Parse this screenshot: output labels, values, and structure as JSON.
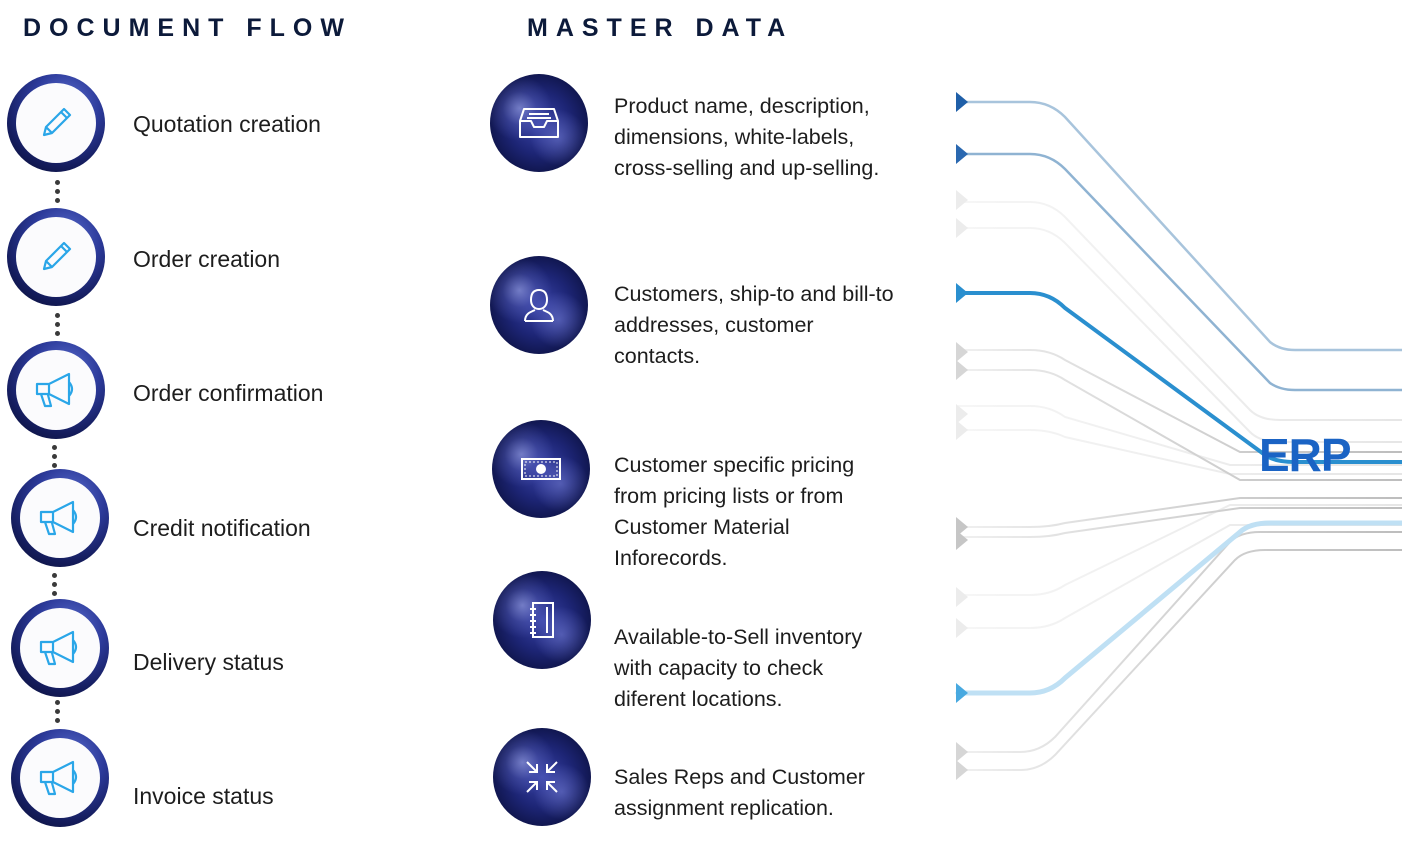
{
  "headings": {
    "document_flow": "DOCUMENT FLOW",
    "master_data": "MASTER DATA"
  },
  "document_flow": {
    "items": [
      {
        "label": "Quotation creation",
        "icon": "pencil-icon"
      },
      {
        "label": "Order creation",
        "icon": "pencil-icon"
      },
      {
        "label": "Order confirmation",
        "icon": "megaphone-icon"
      },
      {
        "label": "Credit notification",
        "icon": "megaphone-icon"
      },
      {
        "label": "Delivery status",
        "icon": "megaphone-icon"
      },
      {
        "label": "Invoice status",
        "icon": "megaphone-icon"
      }
    ]
  },
  "master_data": {
    "items": [
      {
        "icon": "inbox-tray-icon",
        "lines": [
          "Product name, description,",
          "dimensions, white-labels,",
          "cross-selling and up-selling."
        ]
      },
      {
        "icon": "user-icon",
        "lines": [
          "Customers, ship-to and bill-to",
          "addresses, customer",
          "contacts."
        ]
      },
      {
        "icon": "banknote-icon",
        "lines": [
          "Customer specific pricing",
          "from pricing lists or from",
          "Customer Material",
          "Inforecords."
        ]
      },
      {
        "icon": "notebook-icon",
        "lines": [
          "Available-to-Sell inventory",
          "with capacity to check",
          "diferent locations."
        ]
      },
      {
        "icon": "arrows-inward-icon",
        "lines": [
          "Sales Reps and Customer",
          "assignment replication."
        ]
      }
    ]
  },
  "erp": {
    "label": "ERP"
  },
  "colors": {
    "heading": "#0c1a3a",
    "accent_blue": "#1a63c4",
    "icon_blue": "#2aa6e8",
    "line_gray": "#c8c8c8"
  }
}
